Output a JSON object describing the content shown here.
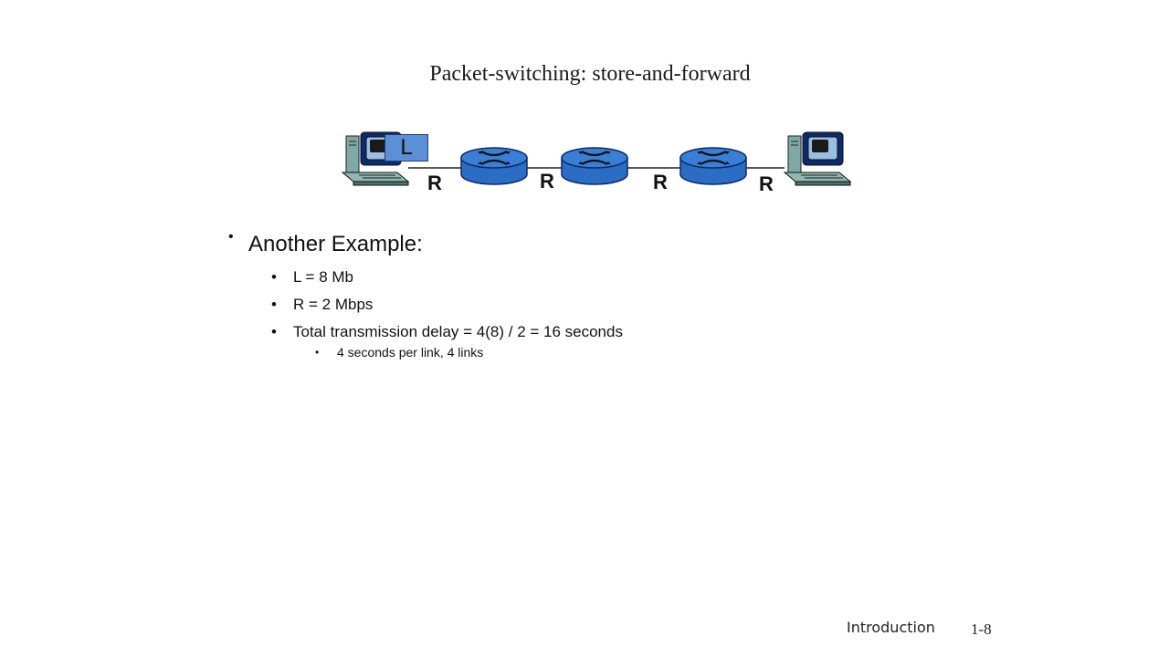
{
  "slide": {
    "title": "Packet-switching: store-and-forward",
    "diagram": {
      "packet_label": "L",
      "link_rate_labels": [
        "R",
        "R",
        "R",
        "R"
      ],
      "colors": {
        "router_fill": "#3a7fd6",
        "router_stroke": "#0c2a66",
        "packet_fill": "#5b8fd6"
      },
      "icons": [
        "desktop-computer-icon",
        "router-icon",
        "router-icon",
        "router-icon",
        "desktop-computer-icon"
      ]
    },
    "bullets": {
      "heading": "Another Example:",
      "items": [
        "L = 8 Mb",
        "R = 2 Mbps",
        "Total transmission delay = 4(8) / 2 = 16 seconds"
      ],
      "sub_items": [
        "4 seconds per link, 4 links"
      ]
    },
    "footer": {
      "section": "Introduction",
      "page": "1-8"
    }
  }
}
